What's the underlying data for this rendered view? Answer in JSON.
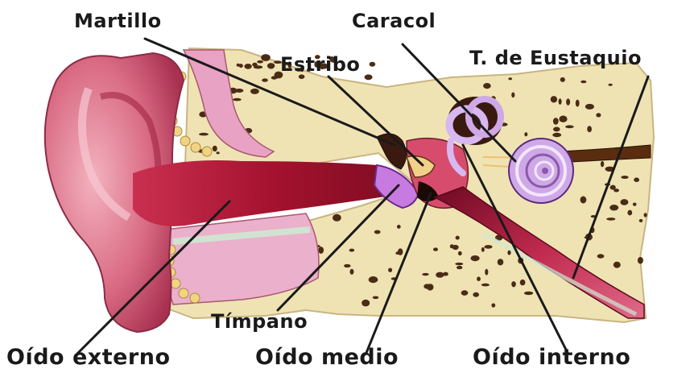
{
  "labels": {
    "martillo": "Martillo",
    "caracol": "Caracol",
    "estribo": "Estribo",
    "eustaquio": "T. de Eustaquio",
    "timpano": "Tímpano",
    "oido_externo": "Oído externo",
    "oido_medio": "Oído medio",
    "oido_interno": "Oído interno"
  },
  "colors": {
    "bone": "#efe3b4",
    "bone_pore": "#4a2c16",
    "outer_ear": "#d96a83",
    "canal": "#b0183a",
    "tissue_pink": "#e8a3c4",
    "eardrum": "#c77be0",
    "cochlea": "#cfa8e8",
    "tube": "#7a0f2a",
    "leader_line": "#1a1a1a"
  }
}
